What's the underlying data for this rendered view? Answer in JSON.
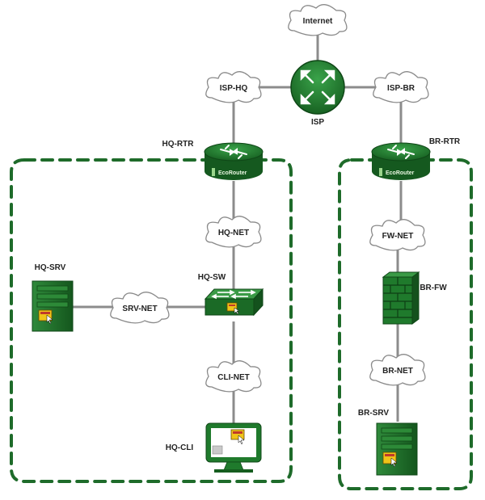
{
  "clouds": {
    "internet": "Internet",
    "isp_hq": "ISP-HQ",
    "isp_br": "ISP-BR",
    "hq_net": "HQ-NET",
    "srv_net": "SRV-NET",
    "cli_net": "CLI-NET",
    "fw_net": "FW-NET",
    "br_net": "BR-NET"
  },
  "devices": {
    "isp": "ISP",
    "hq_rtr": "HQ-RTR",
    "br_rtr": "BR-RTR",
    "hq_srv": "HQ-SRV",
    "hq_sw": "HQ-SW",
    "hq_cli": "HQ-CLI",
    "br_fw": "BR-FW",
    "br_srv": "BR-SRV"
  },
  "brand": "EcoRouter",
  "colors": {
    "device_green": "#1f7a2c",
    "zone_green": "#1e6b2a",
    "link_gray": "#8c8c8c"
  }
}
